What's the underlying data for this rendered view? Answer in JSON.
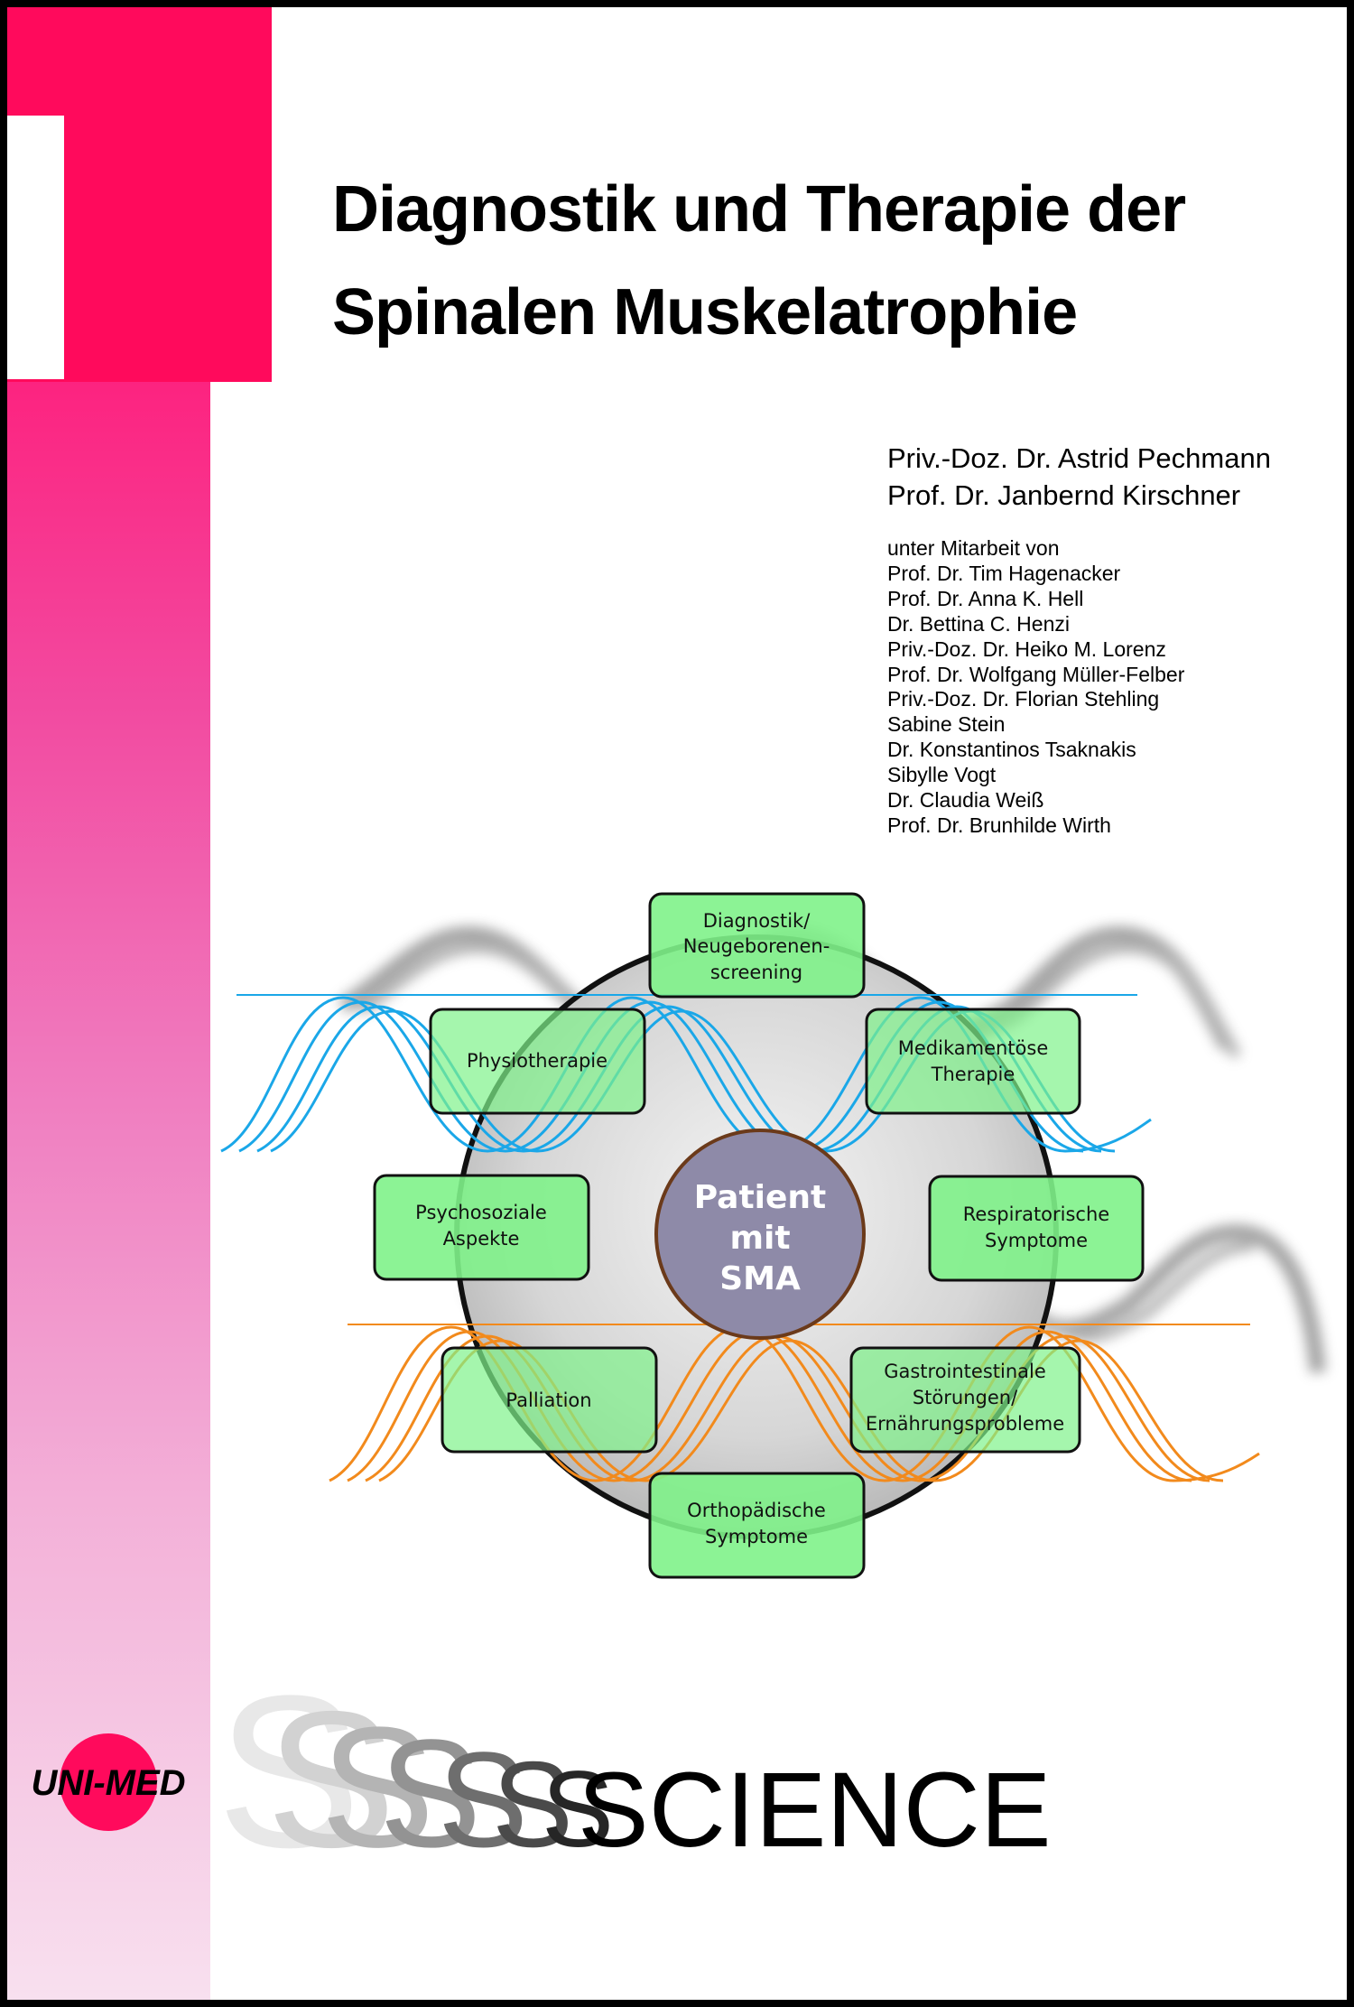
{
  "title": "Diagnostik und Therapie der\nSpinalen Muskelatrophie",
  "authors": [
    "Priv.-Doz. Dr. Astrid Pechmann",
    "Prof. Dr. Janbernd Kirschner"
  ],
  "contributors_intro": "unter Mitarbeit von",
  "contributors": [
    "Prof. Dr. Tim Hagenacker",
    "Prof. Dr. Anna K. Hell",
    "Dr. Bettina C. Henzi",
    "Priv.-Doz. Dr. Heiko M. Lorenz",
    "Prof. Dr. Wolfgang Müller-Felber",
    "Priv.-Doz. Dr. Florian Stehling",
    "Sabine Stein",
    "Dr. Konstantinos Tsaknakis",
    "Sibylle Vogt",
    "Dr. Claudia Weiß",
    "Prof. Dr. Brunhilde Wirth"
  ],
  "diagram": {
    "center": [
      "Patient",
      "mit",
      "SMA"
    ],
    "boxes": {
      "top": [
        "Diagnostik/",
        "Neugeborenen-",
        "screening"
      ],
      "upper_right": [
        "Medikamentöse",
        "Therapie"
      ],
      "right": [
        "Respiratorische",
        "Symptome"
      ],
      "lower_right": [
        "Gastrointestinale",
        "Störungen/",
        "Ernährungsprobleme"
      ],
      "bottom": [
        "Orthopädische",
        "Symptome"
      ],
      "lower_left": [
        "Palliation"
      ],
      "left": [
        "Psychosoziale",
        "Aspekte"
      ],
      "upper_left": [
        "Physiotherapie"
      ]
    }
  },
  "series_word": "SCIENCE",
  "series_letter": "S",
  "publisher": "UNI-MED",
  "colors": {
    "magenta": "#ff0a5c",
    "box_fill": "#7ff28a",
    "dna_blue": "#1aa7e8",
    "dna_orange": "#f28a1c",
    "center_fill": "#8e8aa8",
    "center_ring": "#6b3a1a"
  }
}
